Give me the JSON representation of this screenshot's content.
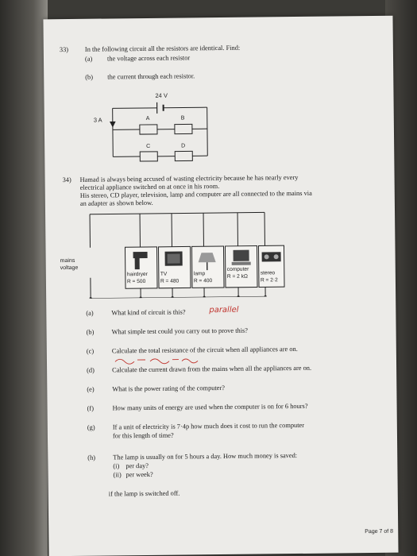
{
  "q33": {
    "number": "33)",
    "stem": "In the following circuit all the resistors are identical. Find:",
    "a_label": "(a)",
    "a_text": "the voltage across each resistor",
    "b_label": "(b)",
    "b_text": "the current through each resistor.",
    "circuit": {
      "battery_voltage": "24 V",
      "current": "3 A",
      "resistor_a": "A",
      "resistor_b": "B",
      "resistor_c": "C",
      "resistor_d": "D"
    }
  },
  "q34": {
    "number": "34)",
    "intro": [
      "Hamad is always being accused of wasting electricity because he has nearly every",
      "electrical appliance switched on at once in his room.",
      "His stereo, CD player, television, lamp and computer are all connected to the mains via",
      "an adapter as shown below."
    ],
    "diagram": {
      "mains_line1": "mains",
      "mains_line2": "voltage",
      "appliances": [
        {
          "name": "hairdryer",
          "resistance": "R = 500"
        },
        {
          "name": "TV",
          "resistance": "R = 480"
        },
        {
          "name": "lamp",
          "resistance": "R = 400"
        },
        {
          "name": "computer",
          "resistance": "R = 2 kΩ"
        },
        {
          "name": "stereo",
          "resistance": "R = 2·2"
        }
      ]
    },
    "questions": [
      {
        "label": "(a)",
        "lines": [
          "What kind of circuit is this?"
        ],
        "answer": "parallel"
      },
      {
        "label": "(b)",
        "lines": [
          "What simple test could you carry out to prove this?"
        ]
      },
      {
        "label": "(c)",
        "lines": [
          "Calculate the total resistance of the circuit when all appliances are on."
        ]
      },
      {
        "label": "(d)",
        "lines": [
          "Calculate the current drawn from the mains when all the appliances are on."
        ]
      },
      {
        "label": "(e)",
        "lines": [
          "What is the power rating of the computer?"
        ]
      },
      {
        "label": "(f)",
        "lines": [
          "How many units of energy are used when the computer is on for 6 hours?"
        ]
      },
      {
        "label": "(g)",
        "lines": [
          "If a unit of electricity is 7·4p how much does it cost to run the computer",
          "for this length of time?"
        ]
      },
      {
        "label": "(h)",
        "lines": [
          "The lamp is usually on for 5 hours a day. How much money is saved:"
        ]
      }
    ],
    "h_sub": [
      {
        "label": "(i)",
        "text": "per day?"
      },
      {
        "label": "(ii)",
        "text": "per week?"
      }
    ],
    "h_footer": "if the lamp is switched off."
  },
  "page_number": "Page 7 of 8"
}
